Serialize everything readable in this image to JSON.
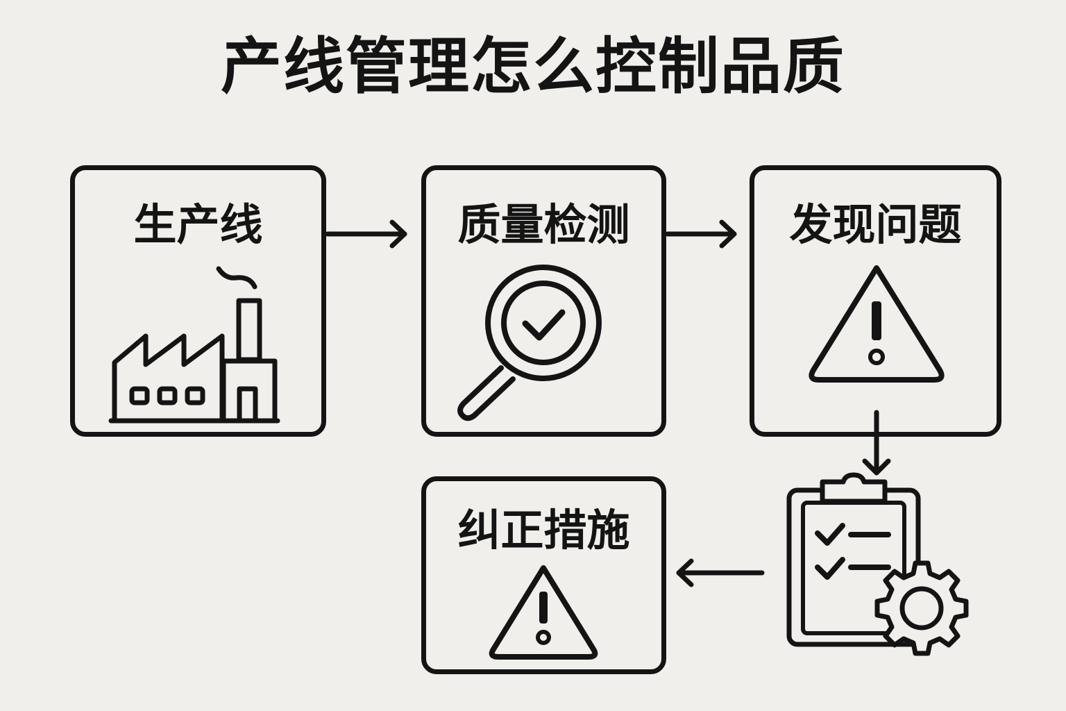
{
  "title": "产线管理怎么控制品质",
  "steps": [
    {
      "label": "生产线",
      "icon": "factory-icon"
    },
    {
      "label": "质量检测",
      "icon": "magnifier-check-icon"
    },
    {
      "label": "发现问题",
      "icon": "warning-icon"
    },
    {
      "label": "纠正措施",
      "icon": "warning-icon"
    }
  ],
  "extra_icon": "clipboard-gear-icon",
  "colors": {
    "background": "#f1efeb",
    "stroke": "#141414"
  }
}
